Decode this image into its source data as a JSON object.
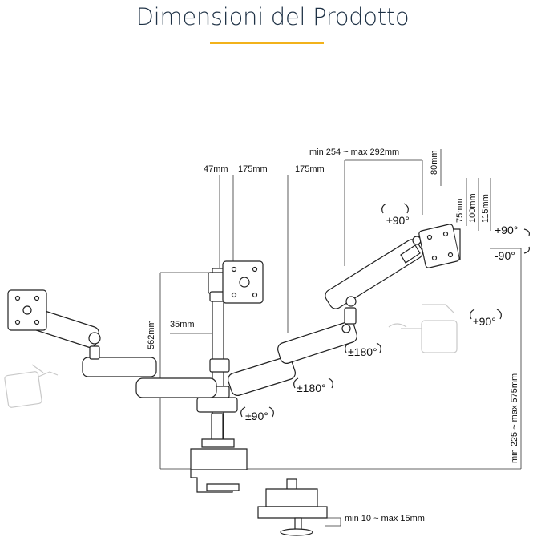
{
  "title": "Dimensioni del Prodotto",
  "colors": {
    "title": "#1e3145",
    "accent": "#f2b21b",
    "line": "#222222",
    "ghost": "#c9c9c9"
  },
  "dimensions": {
    "top_span": "min 254 ~ max 292mm",
    "d47": "47mm",
    "d175a": "175mm",
    "d175b": "175mm",
    "d80": "80mm",
    "d75": "75mm",
    "d100": "100mm",
    "d115": "115mm",
    "d562": "562mm",
    "d35": "35mm",
    "height_range": "min 225 ~ max 575mm",
    "clamp": "min 10 ~ max 15mm"
  },
  "rotations": {
    "tilt_top": "±90°",
    "tilt_up": "+90°",
    "tilt_down": "-90°",
    "swivel_right": "±90°",
    "arm_upper": "±180°",
    "arm_lower": "±180°",
    "base": "±90°"
  }
}
